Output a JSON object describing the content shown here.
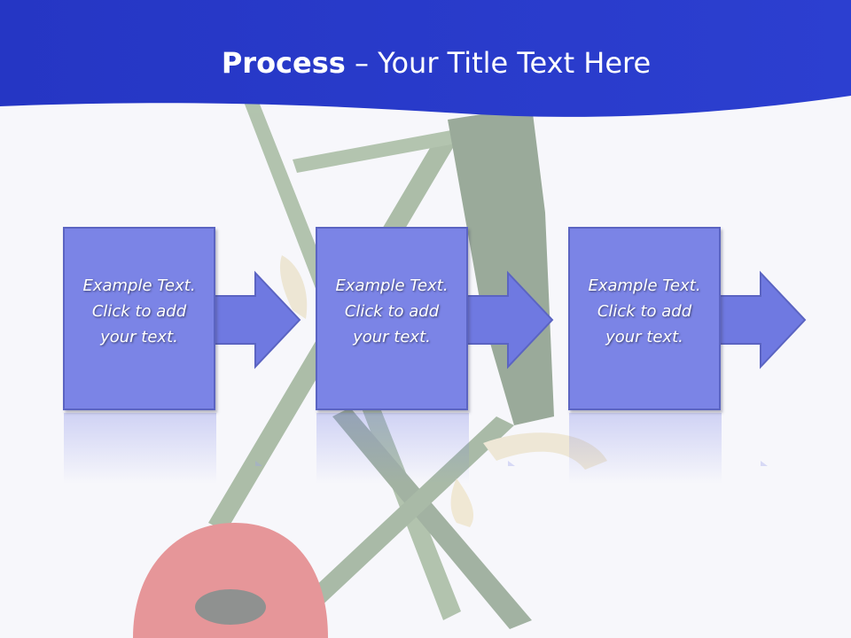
{
  "slide": {
    "title_bold": "Process",
    "title_rest": " – Your Title Text Here"
  },
  "colors": {
    "header": "#2b3dcc",
    "box_fill": "#7b84e6",
    "box_border": "#5b64c2",
    "arrow_fill": "#6f79e1"
  },
  "steps": [
    {
      "line1": "Example Text.",
      "line2": "Click  to add",
      "line3": "your text."
    },
    {
      "line1": "Example Text.",
      "line2": "Click  to add",
      "line3": "your text."
    },
    {
      "line1": "Example Text.",
      "line2": "Click  to add",
      "line3": "your text."
    }
  ]
}
